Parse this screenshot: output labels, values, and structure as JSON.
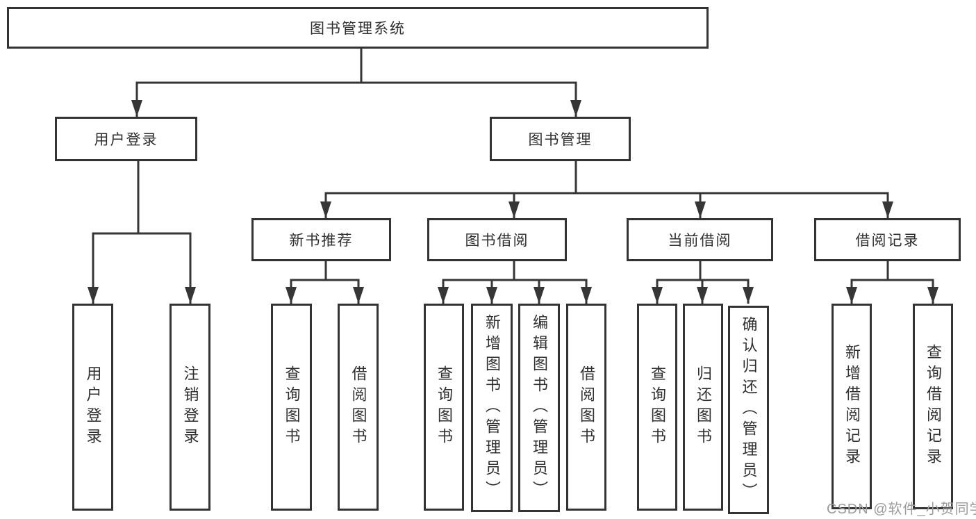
{
  "tree": {
    "root": {
      "label": "图书管理系统"
    },
    "children": [
      {
        "label": "用户登录",
        "children": [
          {
            "label": "用户登录"
          },
          {
            "label": "注销登录"
          }
        ]
      },
      {
        "label": "图书管理",
        "children": [
          {
            "label": "新书推荐",
            "children": [
              {
                "label": "查询图书"
              },
              {
                "label": "借阅图书"
              }
            ]
          },
          {
            "label": "图书借阅",
            "children": [
              {
                "label": "查询图书"
              },
              {
                "label": "新增图书（管理员）"
              },
              {
                "label": "编辑图书（管理员）"
              },
              {
                "label": "借阅图书"
              }
            ]
          },
          {
            "label": "当前借阅",
            "children": [
              {
                "label": "查询图书"
              },
              {
                "label": "归还图书"
              },
              {
                "label": "确认归还（管理员）"
              }
            ]
          },
          {
            "label": "借阅记录",
            "children": [
              {
                "label": "新增借阅记录"
              },
              {
                "label": "查询借阅记录"
              }
            ]
          }
        ]
      }
    ]
  },
  "watermark": {
    "text": "CSDN @软件_小贺同学"
  },
  "colors": {
    "background": "#ffffff",
    "border": "#333333",
    "line": "#363636",
    "text": "#2f2f2f",
    "watermark": "#9b9b9b"
  }
}
